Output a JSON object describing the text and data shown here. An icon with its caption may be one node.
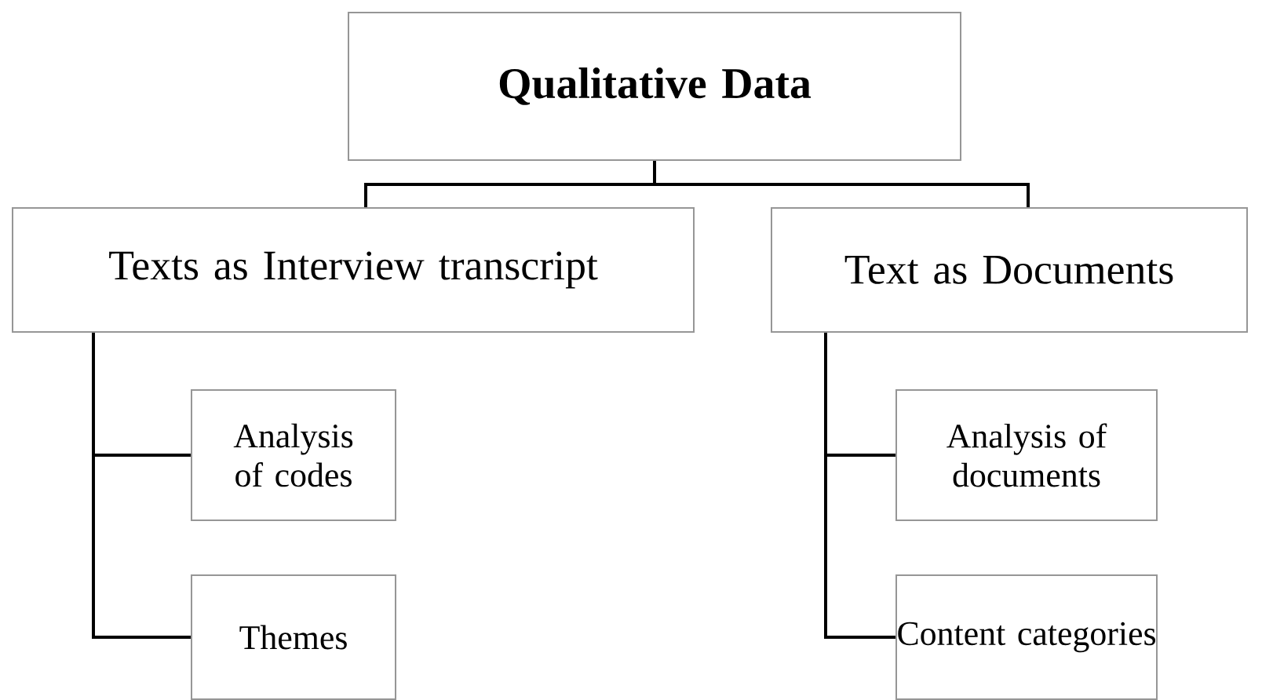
{
  "diagram": {
    "nodes": [
      {
        "text": [
          "Qualitative Data"
        ]
      },
      {
        "text": [
          "Texts as Interview transcript"
        ]
      },
      {
        "text": [
          "Text as Documents"
        ]
      },
      {
        "text": [
          "Analysis of codes"
        ]
      },
      {
        "text": [
          "Themes"
        ]
      },
      {
        "text": [
          "Analysis of documents"
        ]
      },
      {
        "text": [
          "Content categories"
        ]
      }
    ],
    "edges": [
      {
        "from": 0,
        "to": 1,
        "arrow": "none"
      },
      {
        "from": 0,
        "to": 2,
        "arrow": "none"
      },
      {
        "from": 1,
        "to": 3,
        "arrow": "none"
      },
      {
        "from": 1,
        "to": 4,
        "arrow": "none"
      },
      {
        "from": 2,
        "to": 5,
        "arrow": "none"
      },
      {
        "from": 2,
        "to": 6,
        "arrow": "none"
      }
    ]
  }
}
